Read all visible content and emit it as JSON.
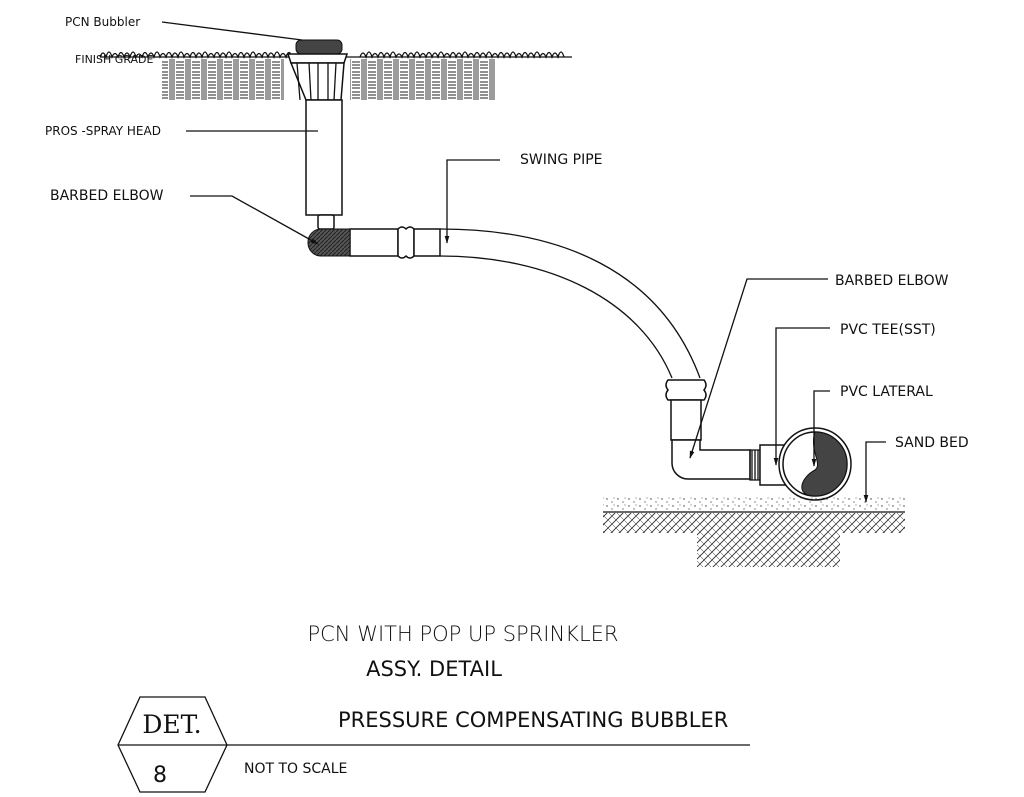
{
  "labels": {
    "pcn_bubbler": "PCN Bubbler",
    "finish_grade": "FINISH GRADE",
    "spray_head": "PROS -SPRAY HEAD",
    "barbed_elbow_left": "BARBED ELBOW",
    "swing_pipe": "SWING PIPE",
    "barbed_elbow_right": "BARBED ELBOW",
    "pvc_tee": "PVC TEE(SST)",
    "pvc_lateral": "PVC LATERAL",
    "sand_bed": "SAND BED"
  },
  "title": {
    "line1": "PCN WITH POP UP SPRINKLER",
    "line2": "ASSY. DETAIL"
  },
  "title_block": {
    "det_label": "DET.",
    "det_number": "8",
    "name": "PRESSURE COMPENSATING BUBBLER",
    "scale": "NOT TO SCALE"
  }
}
